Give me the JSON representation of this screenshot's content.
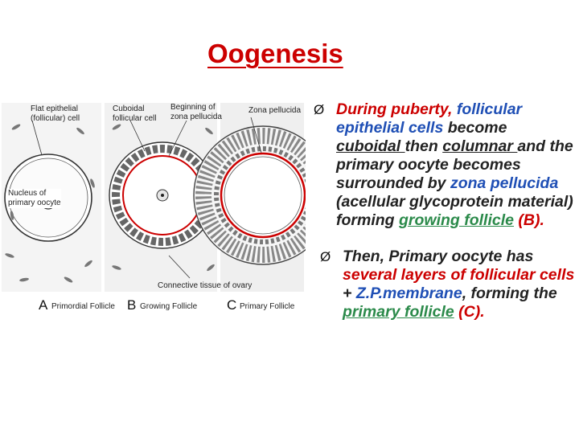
{
  "slide": {
    "title": "Oogenesis"
  },
  "figure": {
    "labels": {
      "flat_epithelial": "Flat epithelial\n(follicular) cell",
      "cuboidal": "Cuboidal\nfollicular cell",
      "beginning_zp": "Beginning of\nzona pellucida",
      "zona_pellucida": "Zona pellucida",
      "nucleus": "Nucleus of\nprimary oocyte",
      "connective": "Connective tissue of ovary"
    },
    "panels": [
      {
        "letter": "A",
        "name": "Primordial Follicle"
      },
      {
        "letter": "B",
        "name": "Growing Follicle"
      },
      {
        "letter": "C",
        "name": "Primary Follicle"
      }
    ]
  },
  "bullet1": {
    "arrow": "Ø",
    "p1": "During puberty, ",
    "p2": "follicular epithelial cells",
    "p3": " become ",
    "p4": "cuboidal ",
    "p5": "then ",
    "p6": "columnar ",
    "p7": "and the primary oocyte becomes  surrounded by ",
    "p8": "zona pellucida",
    "p9": " (acellular glycoprotein material) forming ",
    "p10": "growing follicle",
    "p11": " (B)."
  },
  "bullet2": {
    "arrow": "Ø",
    "p1": "Then, Primary oocyte has ",
    "p2": "several layers of follicular cells",
    "p3": " + ",
    "p4": "Z.P.membrane",
    "p5": ", forming the ",
    "p6": "primary  follicle",
    "p7": " (C)."
  },
  "colors": {
    "title": "#cc0000",
    "emphasis_red": "#cc0000",
    "emphasis_blue": "#1f4fb5",
    "emphasis_green": "#2b8a4a"
  }
}
